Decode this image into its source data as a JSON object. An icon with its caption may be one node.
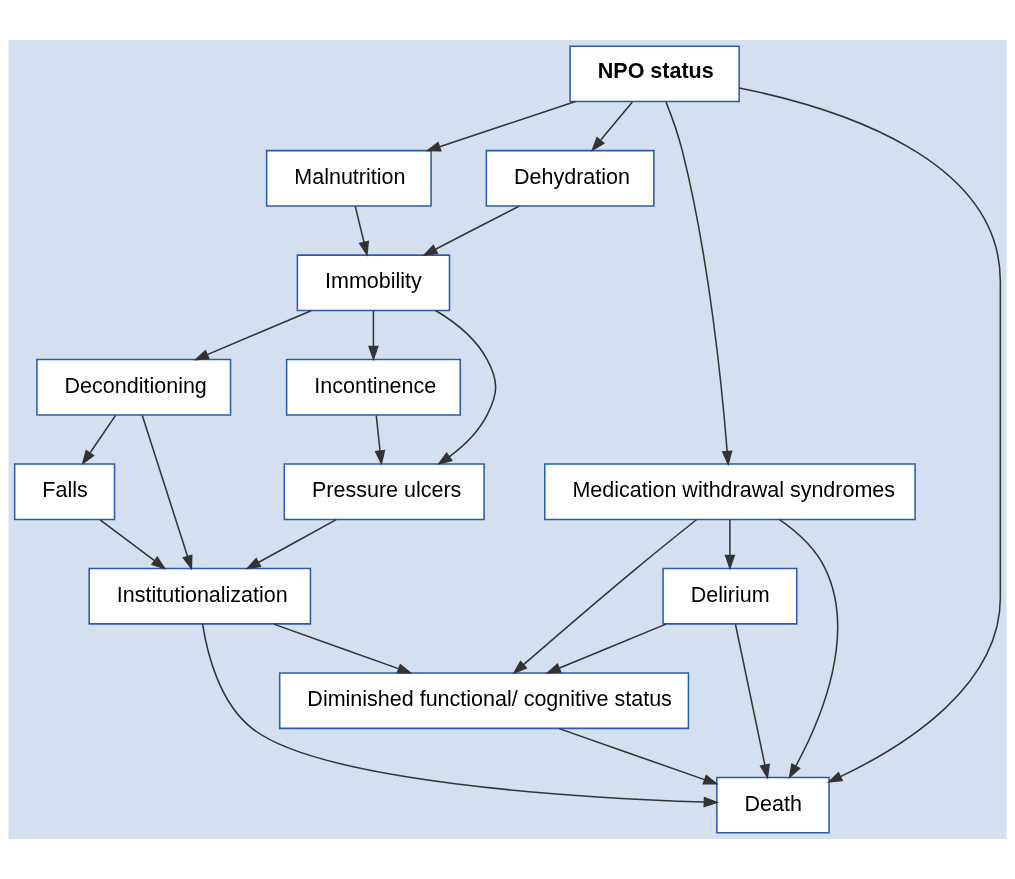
{
  "diagram": {
    "nodes": [
      {
        "text": [
          "NPO status"
        ]
      },
      {
        "text": [
          "Malnutrition"
        ]
      },
      {
        "text": [
          "Dehydration"
        ]
      },
      {
        "text": [
          "Medication withdrawal syndromes"
        ]
      },
      {
        "text": [
          "Immobility"
        ]
      },
      {
        "text": [
          "Deconditioning"
        ]
      },
      {
        "text": [
          "Incontinence"
        ]
      },
      {
        "text": [
          "Delirium"
        ]
      },
      {
        "text": [
          "Pressure ulcers"
        ]
      },
      {
        "text": [
          "Falls"
        ]
      },
      {
        "text": [
          "Institutionalization"
        ]
      },
      {
        "text": [
          "Diminished functional/ cognitive status"
        ]
      },
      {
        "text": [
          "Death"
        ]
      }
    ],
    "edges": [
      {
        "from": 0,
        "to": 1,
        "arrow": "to"
      },
      {
        "from": 0,
        "to": 2,
        "arrow": "to"
      },
      {
        "from": 0,
        "to": 3,
        "arrow": "to"
      },
      {
        "from": 0,
        "to": 12,
        "arrow": "to"
      },
      {
        "from": 1,
        "to": 4,
        "arrow": "to"
      },
      {
        "from": 2,
        "to": 4,
        "arrow": "to"
      },
      {
        "from": 4,
        "to": 5,
        "arrow": "to"
      },
      {
        "from": 4,
        "to": 8,
        "arrow": "to"
      },
      {
        "from": 4,
        "to": 6,
        "arrow": "to"
      },
      {
        "from": 6,
        "to": 8,
        "arrow": "to"
      },
      {
        "from": 5,
        "to": 9,
        "arrow": "to"
      },
      {
        "from": 5,
        "to": 10,
        "arrow": "to"
      },
      {
        "from": 9,
        "to": 10,
        "arrow": "to"
      },
      {
        "from": 8,
        "to": 10,
        "arrow": "to"
      },
      {
        "from": 3,
        "to": 11,
        "arrow": "to"
      },
      {
        "from": 3,
        "to": 7,
        "arrow": "to"
      },
      {
        "from": 3,
        "to": 12,
        "arrow": "to"
      },
      {
        "from": 7,
        "to": 11,
        "arrow": "to"
      },
      {
        "from": 7,
        "to": 12,
        "arrow": "to"
      },
      {
        "from": 10,
        "to": 11,
        "arrow": "to"
      },
      {
        "from": 10,
        "to": 12,
        "arrow": "to"
      },
      {
        "from": 11,
        "to": 12,
        "arrow": "to"
      }
    ]
  }
}
